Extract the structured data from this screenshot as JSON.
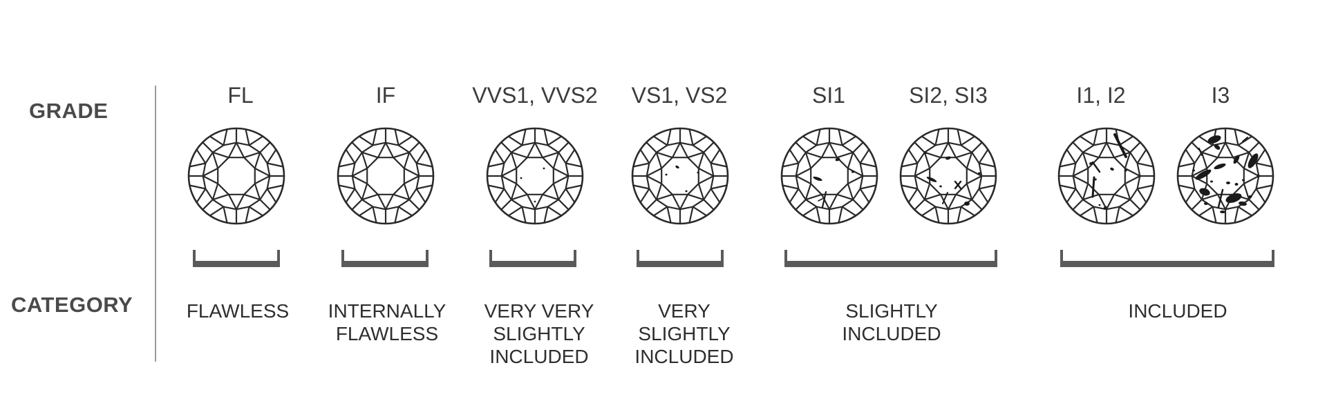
{
  "labels": {
    "grade": "GRADE",
    "category": "CATEGORY"
  },
  "grades": [
    "FL",
    "IF",
    "VVS1, VVS2",
    "VS1, VS2",
    "SI1",
    "SI2, SI3",
    "I1, I2",
    "I3"
  ],
  "categories": [
    {
      "lines": [
        "FLAWLESS"
      ]
    },
    {
      "lines": [
        "INTERNALLY",
        "FLAWLESS"
      ]
    },
    {
      "lines": [
        "VERY VERY",
        "SLIGHTLY",
        "INCLUDED"
      ]
    },
    {
      "lines": [
        "VERY",
        "SLIGHTLY",
        "INCLUDED"
      ]
    },
    {
      "lines": [
        "SLIGHTLY",
        "INCLUDED"
      ]
    },
    {
      "lines": [
        "INCLUDED"
      ]
    }
  ],
  "colors": {
    "text": "#3c3c3c",
    "bracket": "#5a5a5a",
    "diamond_outline": "#2a2a2a",
    "inclusion": "#1a1a1a",
    "divider": "#9a9a9a"
  },
  "icons": [
    "round-brilliant-diamond-icon",
    "category-bracket-icon"
  ]
}
